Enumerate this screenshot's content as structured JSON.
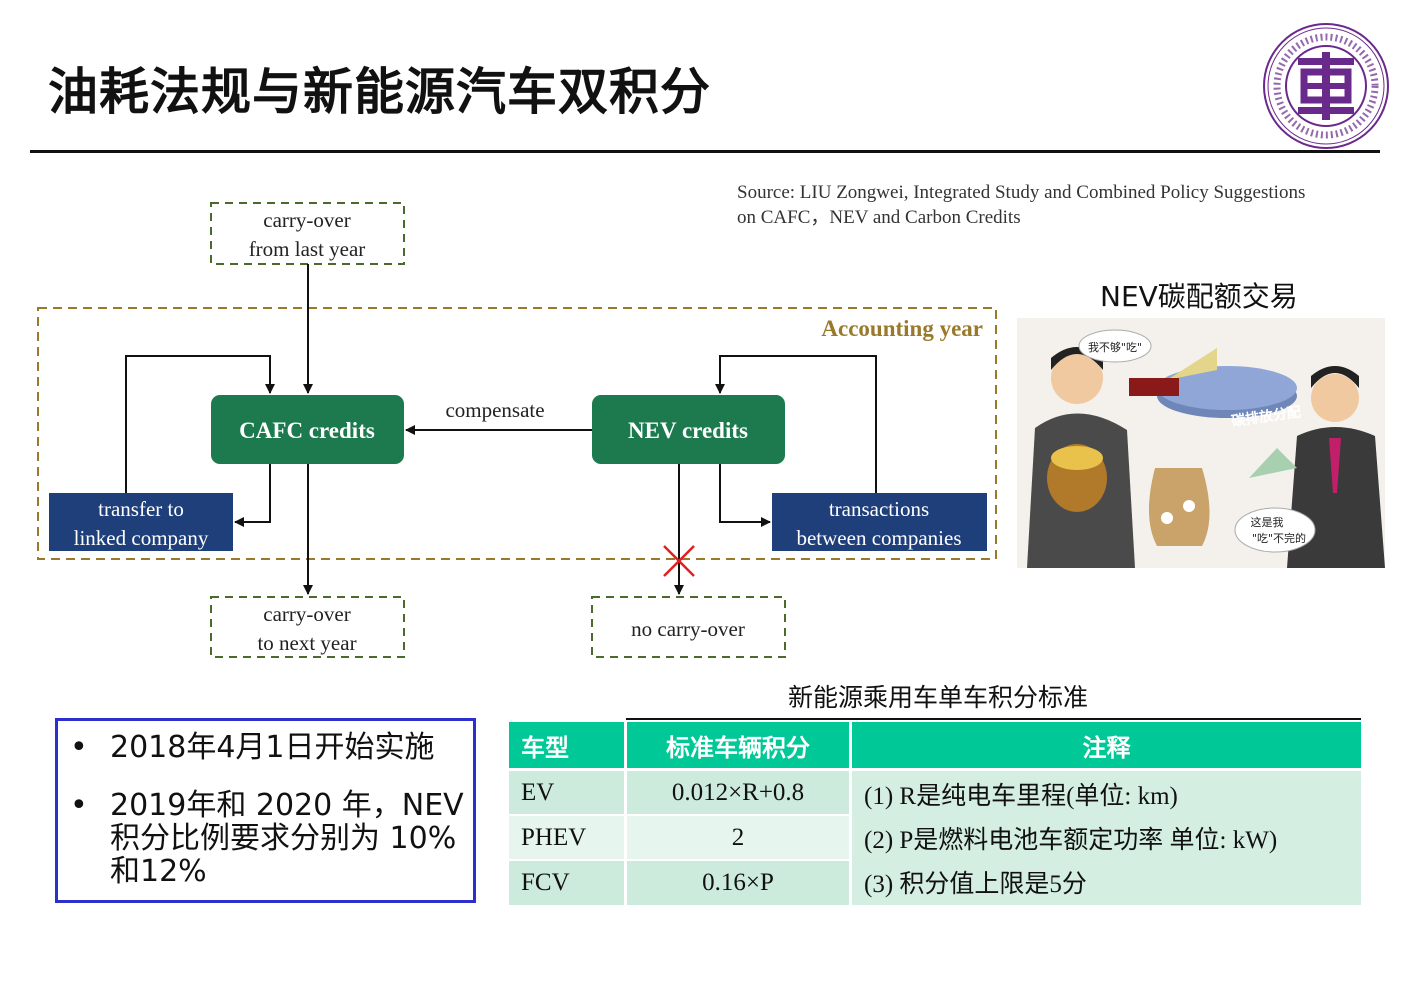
{
  "title": "油耗法规与新能源汽车双积分",
  "source": {
    "line1": "Source: LIU Zongwei, Integrated Study and Combined Policy Suggestions",
    "line2": "on CAFC，NEV and Carbon Credits"
  },
  "logo": {
    "ring_text": "清华大学汽车工程系 · DEPARTMENT OF AUTOMOTIVE ENGINEERING TSINGHUA UNIVERSITY",
    "colors": {
      "primary": "#6a2a8c"
    }
  },
  "diagram": {
    "accounting_year": "Accounting year",
    "carry_over_last": [
      "carry-over",
      "from last year"
    ],
    "cafc": "CAFC credits",
    "nev": "NEV credits",
    "compensate": "compensate",
    "transfer": [
      "transfer to",
      "linked company"
    ],
    "transactions": [
      "transactions",
      "between companies"
    ],
    "carry_over_next": [
      "carry-over",
      "to next year"
    ],
    "no_carry_over": "no carry-over",
    "colors": {
      "credit_box": "#1c7a4e",
      "side_box": "#1f3f7a",
      "dash": "#9a7a2a",
      "dash_green": "#4a6b2a",
      "cross": "#e02020"
    }
  },
  "nev_trade": {
    "title": "NEV碳配额交易",
    "bubble_left": "我不够\"吃\"",
    "pie_label": "碳排放分配",
    "bubble_right": [
      "这是我",
      "\"吃\"不完的"
    ]
  },
  "bullets": [
    "2018年4月1日开始实施",
    "2019年和 2020 年，NEV积分比例要求分别为 10%和12%"
  ],
  "table": {
    "title": "新能源乘用车单车积分标准",
    "headers": [
      "车型",
      "标准车辆积分",
      "注释"
    ],
    "rows": [
      {
        "type": "EV",
        "score": "0.012×R+0.8"
      },
      {
        "type": "PHEV",
        "score": "2"
      },
      {
        "type": "FCV",
        "score": "0.16×P"
      }
    ],
    "notes": [
      "(1)  R是纯电车里程(单位: km)",
      "(2)  P是燃料电池车额定功率 单位: kW)",
      "(3)  积分值上限是5分"
    ],
    "colors": {
      "header": "#00c896",
      "row": "#cdebdd"
    }
  }
}
